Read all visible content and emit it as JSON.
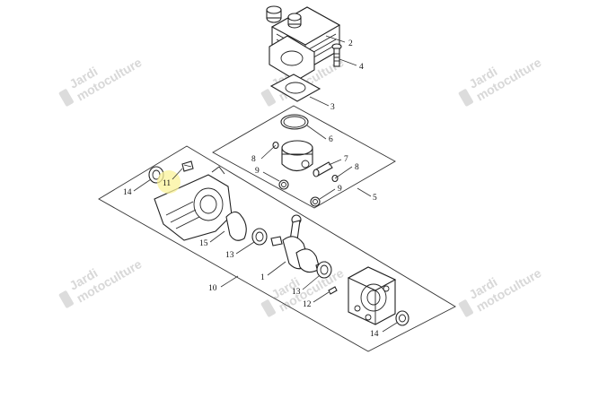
{
  "diagram": {
    "watermark": [
      "Jardi",
      "motoculture"
    ],
    "callouts": {
      "c1": "1",
      "c2": "2",
      "c3": "3",
      "c4": "4",
      "c5": "5",
      "c6": "6",
      "c7": "7",
      "c8a": "8",
      "c8b": "8",
      "c9a": "9",
      "c9b": "9",
      "c10": "10",
      "c11": "11",
      "c12": "12",
      "c13a": "13",
      "c13b": "13",
      "c14a": "14",
      "c14b": "14",
      "c15": "15"
    },
    "highlighted_callout": "11",
    "highlight_color": "#fbf39a"
  }
}
